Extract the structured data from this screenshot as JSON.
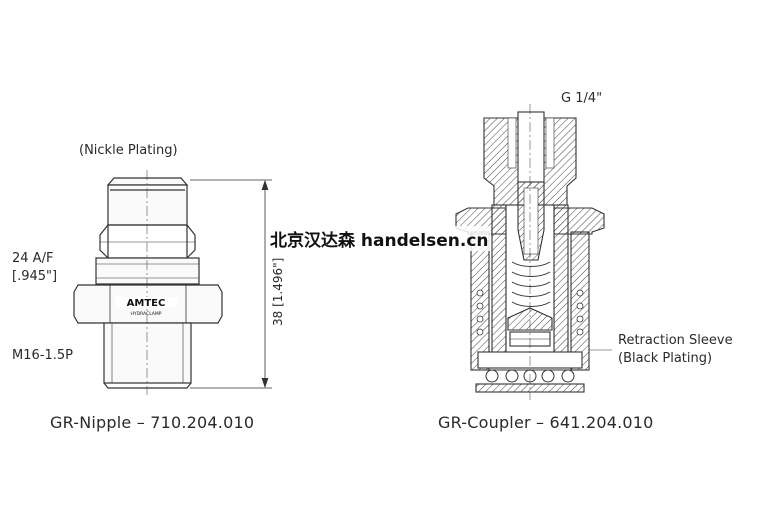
{
  "nipple": {
    "plating_label": "(Nickle Plating)",
    "af_label": "24 A/F",
    "af_inch_label": "[.945\"]",
    "thread_label": "M16-1.5P",
    "dimension_label": "38 [1.496\"]",
    "brand_name": "AMTEC",
    "brand_sub": "HYDRACLAMP",
    "caption": "GR-Nipple – 710.204.010"
  },
  "coupler": {
    "port_label": "G 1/4\"",
    "sleeve_label": "Retraction Sleeve",
    "sleeve_plating_label": "(Black Plating)",
    "caption": "GR-Coupler – 641.204.010"
  },
  "watermark": "北京汉达森 handelsen.cn"
}
